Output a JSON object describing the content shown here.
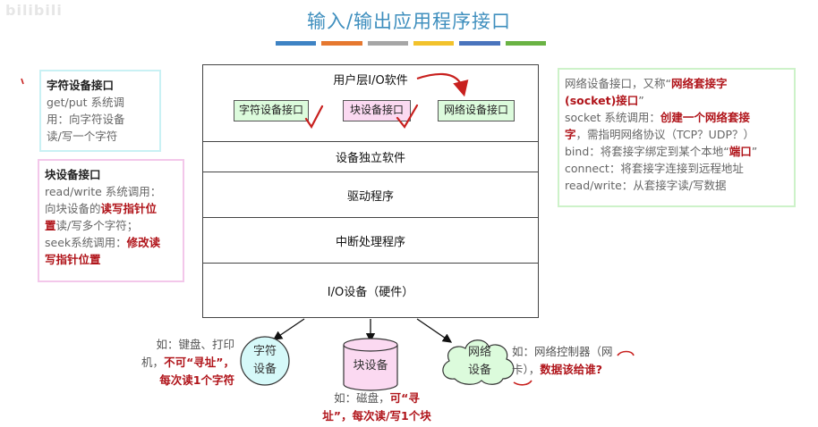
{
  "watermark": "bilibili",
  "title": "输入/输出应用程序接口",
  "colors": {
    "title": "#3f8fbe",
    "bar": [
      "#3e83c4",
      "#e6782f",
      "#a6a6a6",
      "#f2c22c",
      "#4a74bd",
      "#6ab344"
    ],
    "accent_red": "#b0141a",
    "char_bg": "#dcfbdc",
    "block_bg": "#fbd9f1",
    "net_bg": "#d6f9f9"
  },
  "stack": {
    "user_layer": "用户层I/O软件",
    "interfaces": [
      "字符设备接口",
      "块设备接口",
      "网络设备接口"
    ],
    "device_independent": "设备独立软件",
    "driver": "驱动程序",
    "interrupt": "中断处理程序",
    "hardware": "I/O设备（硬件）"
  },
  "note_char": {
    "heading": "字符设备接口",
    "l1": "get/put 系统调",
    "l2": "用：向字符设备",
    "l3": "读/写一个字符"
  },
  "note_block": {
    "heading": "块设备接口",
    "l1": "read/write 系统调用：",
    "l2a": "向块设备的",
    "l2b": "读写指针位",
    "l3a": "置",
    "l3b": "读/写多个字符；",
    "l4a": "seek系统调用：",
    "l4b": "修改读",
    "l5": "写指针位置"
  },
  "note_net": {
    "l1a": "网络设备接口，又称“",
    "l1b": "网络套接字",
    "l2a": "(socket)接口",
    "l2b": "”",
    "l3a": "socket 系统调用：",
    "l3b": "创建一个网络套接",
    "l4a": "字",
    "l4b": "，需指明网络协议（TCP？UDP？）",
    "l5a": "bind：将套接字绑定到某个本地“",
    "l5b": "端口",
    "l5c": "”",
    "l6": "connect：将套接字连接到远程地址",
    "l7": "read/write：从套接字读/写数据"
  },
  "devices": {
    "char": [
      "字符",
      "设备"
    ],
    "block": "块设备",
    "net": [
      "网络",
      "设备"
    ]
  },
  "label_char": {
    "l1": "如：键盘、打印",
    "l2a": "机，",
    "l2b": "不可“寻址”，",
    "l3": "每次读1个字符"
  },
  "label_block": {
    "l1a": "如：磁盘，",
    "l1b": "可“寻",
    "l2": "址”，每次读/写1个块"
  },
  "label_net": {
    "l1": "如：网络控制器（网",
    "l2a": "卡），",
    "l2b": "数据该给谁?"
  }
}
